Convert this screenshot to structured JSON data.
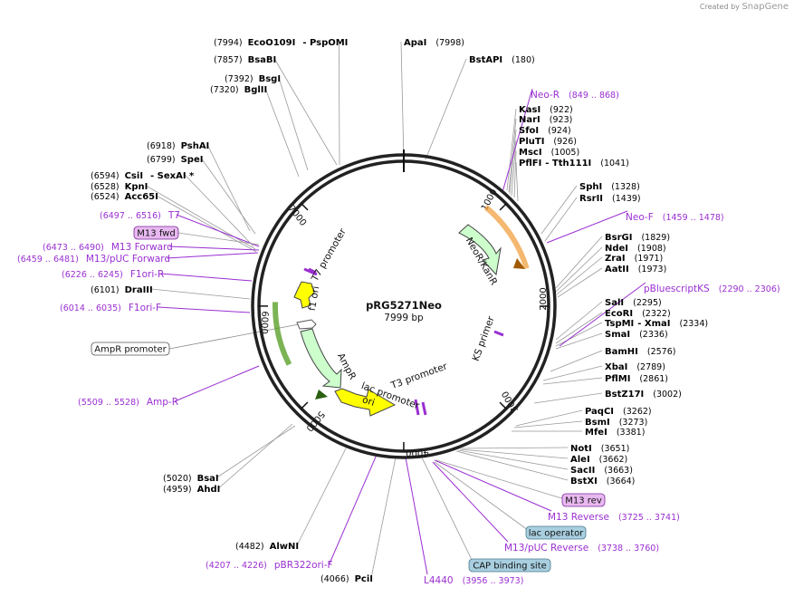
{
  "header": {
    "created_by": "Created by",
    "brand": "SnapGene"
  },
  "plasmid": {
    "name": "pRG5271Neo",
    "length": "7999 bp"
  },
  "ticks": [
    "1000",
    "2000",
    "3000",
    "4000",
    "5000",
    "6000",
    "7000"
  ],
  "colors": {
    "enzyme": "#000000",
    "site_purple": "#9a2fd1",
    "neo": "#f0a040",
    "amp": "#5aa02a",
    "arrow_green": "#ccffcc",
    "ori_yellow": "#ffff00",
    "primer_pink": "#f0c8f0",
    "lac_op": "#a8cfe0",
    "cap": "#a8cfe0"
  },
  "enzymes": [
    {
      "pos": "(7994)",
      "name": "EcoO109I",
      "extra": "- PspOMI"
    },
    {
      "pos": "(7998)",
      "name": "ApaI"
    },
    {
      "pos": "(180)",
      "name": "BstAPI"
    },
    {
      "pos": "(7857)",
      "name": "BsaBI"
    },
    {
      "pos": "(7392)",
      "name": "BsgI"
    },
    {
      "pos": "(7320)",
      "name": "BglII"
    },
    {
      "pos": "(922)",
      "name": "KasI"
    },
    {
      "pos": "(923)",
      "name": "NarI"
    },
    {
      "pos": "(924)",
      "name": "SfoI"
    },
    {
      "pos": "(926)",
      "name": "PluTI"
    },
    {
      "pos": "(1005)",
      "name": "MscI"
    },
    {
      "pos": "(1041)",
      "name": "PflFI",
      "extra": "- Tth111I"
    },
    {
      "pos": "(6918)",
      "name": "PshAI"
    },
    {
      "pos": "(6799)",
      "name": "SpeI"
    },
    {
      "pos": "(6594)",
      "name": "CsiI",
      "extra": "- SexAI *"
    },
    {
      "pos": "(6528)",
      "name": "KpnI"
    },
    {
      "pos": "(6524)",
      "name": "Acc65I"
    },
    {
      "pos": "(1328)",
      "name": "SphI"
    },
    {
      "pos": "(1439)",
      "name": "RsrII"
    },
    {
      "pos": "(1829)",
      "name": "BsrGI"
    },
    {
      "pos": "(1908)",
      "name": "NdeI"
    },
    {
      "pos": "(1971)",
      "name": "ZraI"
    },
    {
      "pos": "(1973)",
      "name": "AatII"
    },
    {
      "pos": "(6101)",
      "name": "DraIII"
    },
    {
      "pos": "(2295)",
      "name": "SalI"
    },
    {
      "pos": "(2322)",
      "name": "EcoRI"
    },
    {
      "pos": "(2334)",
      "name": "TspMI",
      "extra": "- XmaI"
    },
    {
      "pos": "(2336)",
      "name": "SmaI"
    },
    {
      "pos": "(2576)",
      "name": "BamHI"
    },
    {
      "pos": "(2789)",
      "name": "XbaI"
    },
    {
      "pos": "(2861)",
      "name": "PflMI"
    },
    {
      "pos": "(3002)",
      "name": "BstZ17I"
    },
    {
      "pos": "(3262)",
      "name": "PaqCI"
    },
    {
      "pos": "(3273)",
      "name": "BsmI"
    },
    {
      "pos": "(3381)",
      "name": "MfeI"
    },
    {
      "pos": "(3651)",
      "name": "NotI"
    },
    {
      "pos": "(3662)",
      "name": "AleI"
    },
    {
      "pos": "(3663)",
      "name": "SacII"
    },
    {
      "pos": "(3664)",
      "name": "BstXI"
    },
    {
      "pos": "(5020)",
      "name": "BsaI"
    },
    {
      "pos": "(4959)",
      "name": "AhdI"
    },
    {
      "pos": "(4482)",
      "name": "AlwNI"
    },
    {
      "pos": "(4066)",
      "name": "PciI"
    }
  ],
  "sites": [
    {
      "name": "Neo-R",
      "range": "(849 .. 868)"
    },
    {
      "name": "Neo-F",
      "range": "(1459 .. 1478)"
    },
    {
      "name": "pBluescriptKS",
      "range": "(2290 .. 2306)"
    },
    {
      "name": "T7",
      "range": "(6497 .. 6516)"
    },
    {
      "name": "M13 Forward",
      "range": "(6473 .. 6490)"
    },
    {
      "name": "M13/pUC Forward",
      "range": "(6459 .. 6481)"
    },
    {
      "name": "F1ori-R",
      "range": "(6226 .. 6245)"
    },
    {
      "name": "F1ori-F",
      "range": "(6014 .. 6035)"
    },
    {
      "name": "Amp-R",
      "range": "(5509 .. 5528)"
    },
    {
      "name": "pBR322ori-F",
      "range": "(4207 .. 4226)"
    },
    {
      "name": "L4440",
      "range": "(3956 .. 3973)"
    },
    {
      "name": "M13 Reverse",
      "range": "(3725 .. 3741)"
    },
    {
      "name": "M13/pUC Reverse",
      "range": "(3738 .. 3760)"
    }
  ],
  "boxes": [
    {
      "name": "M13 fwd"
    },
    {
      "name": "AmpR promoter"
    },
    {
      "name": "M13 rev"
    },
    {
      "name": "lac operator"
    },
    {
      "name": "CAP binding site"
    }
  ],
  "features": [
    {
      "name": "NeoR/KanR"
    },
    {
      "name": "KS primer"
    },
    {
      "name": "T7 promoter"
    },
    {
      "name": "f1 ori"
    },
    {
      "name": "AmpR"
    },
    {
      "name": "lac promoter"
    },
    {
      "name": "T3 promoter"
    },
    {
      "name": "ori"
    }
  ]
}
